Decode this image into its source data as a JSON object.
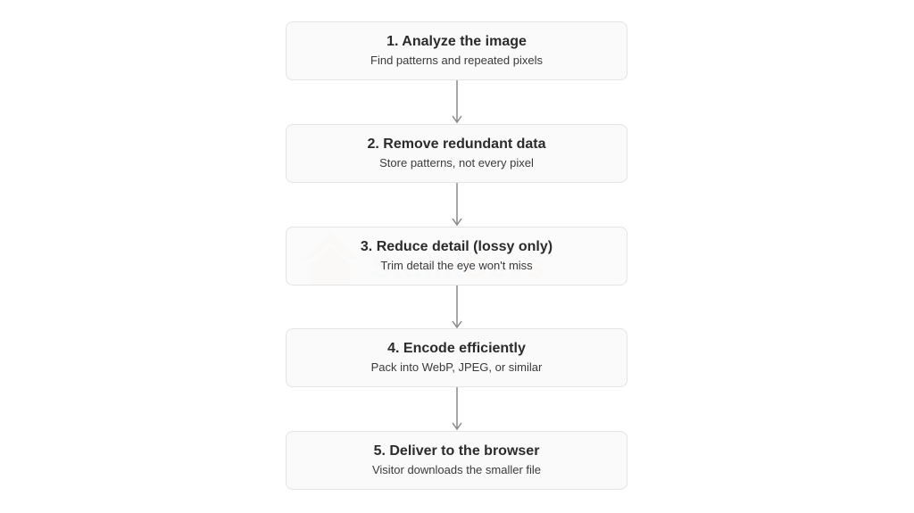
{
  "steps": [
    {
      "title": "1. Analyze the image",
      "subtitle": "Find patterns and repeated pixels"
    },
    {
      "title": "2. Remove redundant data",
      "subtitle": "Store patterns, not every pixel"
    },
    {
      "title": "3. Reduce detail (lossy only)",
      "subtitle": "Trim detail the eye won't miss"
    },
    {
      "title": "4. Encode efficiently",
      "subtitle": "Pack into WebP, JPEG, or similar"
    },
    {
      "title": "5. Deliver to the browser",
      "subtitle": "Visitor downloads the smaller file"
    }
  ],
  "watermark": {
    "text_part1": "Stanit",
    "text_part2": "Devs",
    "colors": {
      "part1": "#6b8cc9",
      "part2": "#f08a3c"
    }
  },
  "colors": {
    "box_border": "#e4e4e4",
    "box_fill": "#fafafa",
    "arrow": "#8a8a8a",
    "text": "#2b2b2b"
  }
}
